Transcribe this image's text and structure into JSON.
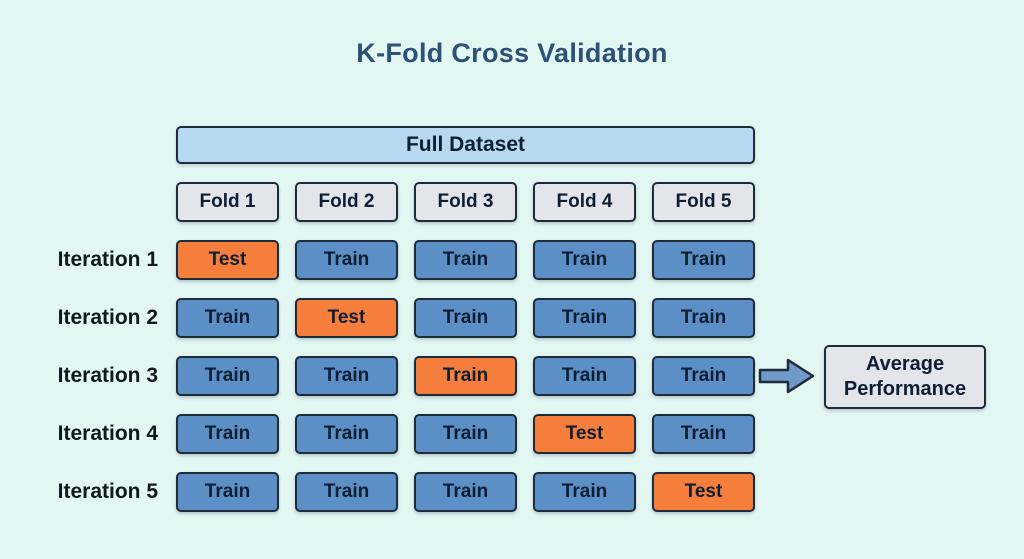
{
  "title": "K-Fold Cross Validation",
  "dataset": {
    "label": "Full Dataset"
  },
  "folds": [
    {
      "label": "Fold 1"
    },
    {
      "label": "Fold 2"
    },
    {
      "label": "Fold 3"
    },
    {
      "label": "Fold 4"
    },
    {
      "label": "Fold 5"
    }
  ],
  "iterations": [
    {
      "label": "Iteration 1",
      "cells": [
        {
          "text": "Test",
          "type": "test"
        },
        {
          "text": "Train",
          "type": "train"
        },
        {
          "text": "Train",
          "type": "train"
        },
        {
          "text": "Train",
          "type": "train"
        },
        {
          "text": "Train",
          "type": "train"
        }
      ]
    },
    {
      "label": "Iteration 2",
      "cells": [
        {
          "text": "Train",
          "type": "train"
        },
        {
          "text": "Test",
          "type": "test"
        },
        {
          "text": "Train",
          "type": "train"
        },
        {
          "text": "Train",
          "type": "train"
        },
        {
          "text": "Train",
          "type": "train"
        }
      ]
    },
    {
      "label": "Iteration 3",
      "cells": [
        {
          "text": "Train",
          "type": "train"
        },
        {
          "text": "Train",
          "type": "train"
        },
        {
          "text": "Train",
          "type": "test"
        },
        {
          "text": "Train",
          "type": "train"
        },
        {
          "text": "Train",
          "type": "train"
        }
      ]
    },
    {
      "label": "Iteration 4",
      "cells": [
        {
          "text": "Train",
          "type": "train"
        },
        {
          "text": "Train",
          "type": "train"
        },
        {
          "text": "Train",
          "type": "train"
        },
        {
          "text": "Test",
          "type": "test"
        },
        {
          "text": "Train",
          "type": "train"
        }
      ]
    },
    {
      "label": "Iteration 5",
      "cells": [
        {
          "text": "Train",
          "type": "train"
        },
        {
          "text": "Train",
          "type": "train"
        },
        {
          "text": "Train",
          "type": "train"
        },
        {
          "text": "Train",
          "type": "train"
        },
        {
          "text": "Test",
          "type": "test"
        }
      ]
    }
  ],
  "result": {
    "label": "Average Performance"
  },
  "colors": {
    "background": "#e2f6f2",
    "title": "#2e5276",
    "border": "#1d2b3a",
    "train": "#5c8fc6",
    "test": "#f57e3c",
    "fold": "#e3e5eb",
    "dataset": "#b7d8f1",
    "result_box": "#e3e5eb",
    "arrow": "#6f9ac9",
    "label_text": "#101820",
    "cell_text": "#0e1f33"
  }
}
